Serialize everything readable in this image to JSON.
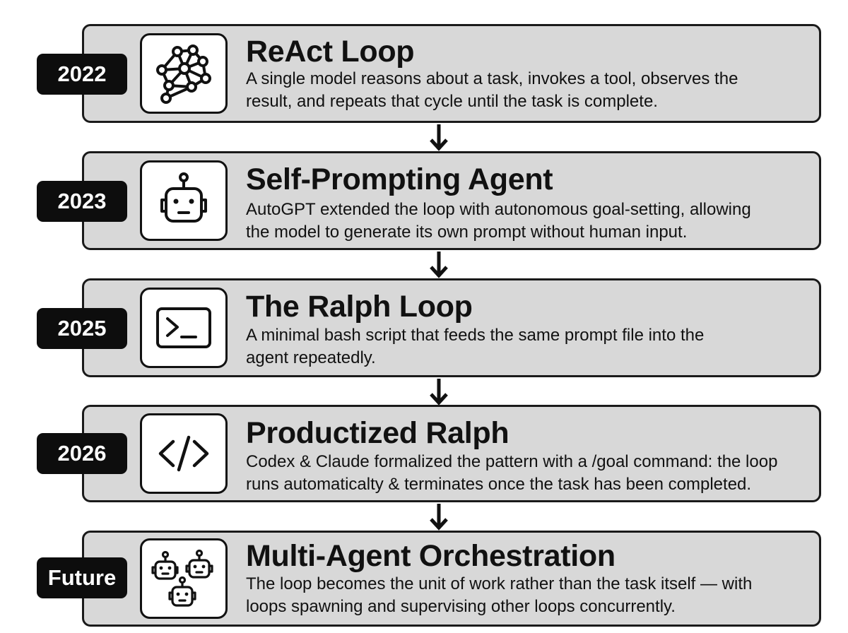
{
  "steps": [
    {
      "year": "2022",
      "title": "ReAct Loop",
      "icon": "network-graph-icon",
      "desc": [
        "A single model reasons about a task, invokes a tool, observes the",
        "result, and repeats that cycle until the task is complete."
      ]
    },
    {
      "year": "2023",
      "title": "Self-Prompting Agent",
      "icon": "robot-icon",
      "desc": [
        "AutoGPT extended the loop with autonomous goal-setting, allowing",
        "the model to generate its own prompt without human input."
      ]
    },
    {
      "year": "2025",
      "title": "The Ralph Loop",
      "icon": "terminal-icon",
      "desc": [
        "A minimal bash script that feeds the same prompt file into the",
        "agent repeatedly."
      ]
    },
    {
      "year": "2026",
      "title": "Productized Ralph",
      "icon": "code-icon",
      "desc": [
        "Codex & Claude formalized the pattern with a /goal command: the loop",
        "runs automaticalty & terminates once the task has been completed."
      ]
    },
    {
      "year": "Future",
      "title": "Multi-Agent Orchestration",
      "icon": "multi-robot-icon",
      "desc": [
        "The loop becomes the unit of work rather than the task itself — with",
        "loops spawning and supervising other loops concurrently."
      ]
    }
  ]
}
